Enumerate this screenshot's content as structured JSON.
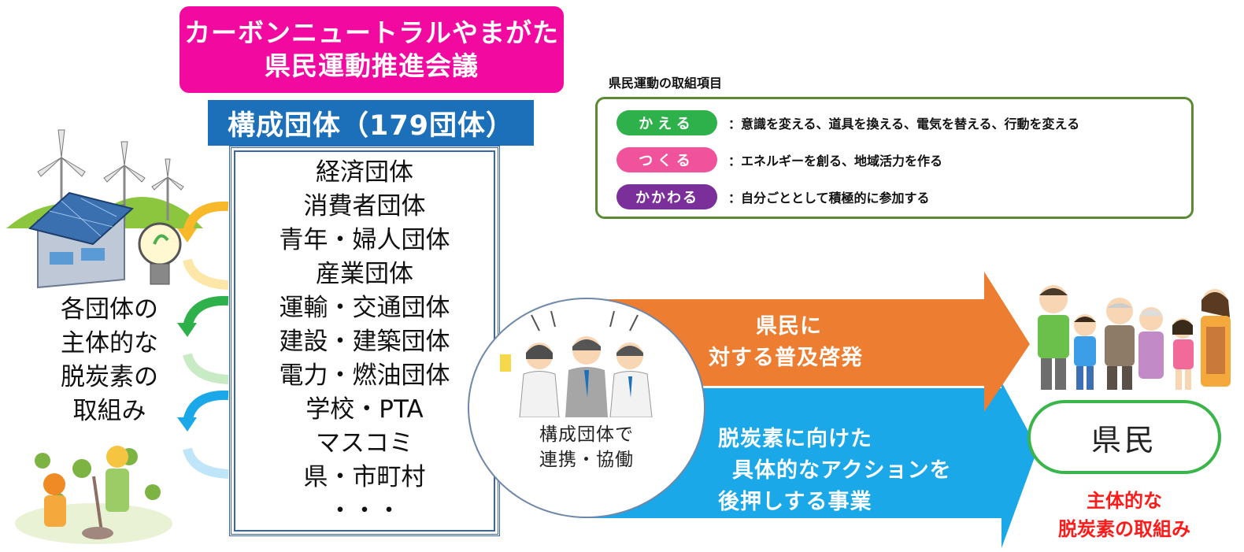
{
  "title": {
    "line1": "カーボンニュートラルやまがた",
    "line2": "県民運動推進会議"
  },
  "members": {
    "header": "構成団体（179団体）",
    "items": [
      "経済団体",
      "消費者団体",
      "青年・婦人団体",
      "産業団体",
      "運輸・交通団体",
      "建設・建築団体",
      "電力・燃油団体",
      "学校・PTA",
      "マスコミ",
      "県・市町村",
      "・・・"
    ]
  },
  "left_caption": {
    "line1": "各団体の",
    "line2": "主体的な",
    "line3": "脱炭素の",
    "line4": "取組み"
  },
  "legend": {
    "heading": "県民運動の取組項目",
    "items": [
      {
        "label": "かえる",
        "desc": "：意識を変える、道具を換える、電気を替える、行動を変える",
        "color": "#2eb14a"
      },
      {
        "label": "つくる",
        "desc": "：エネルギーを創る、地域活力を作る",
        "color": "#f0529b"
      },
      {
        "label": "かかわる",
        "desc": "：自分ごととして積極的に参加する",
        "color": "#7b2f9b"
      }
    ]
  },
  "collab": {
    "line1": "構成団体で",
    "line2": "連携・協働"
  },
  "orange_arrow": {
    "line1": "県民に",
    "line2": "対する普及啓発",
    "color": "#ed7d31"
  },
  "blue_arrow": {
    "line1": "脱炭素に向けた",
    "line2": "具体的なアクションを",
    "line3": "後押しする事業",
    "color": "#1aa8e8"
  },
  "citizens": {
    "label": "県民",
    "caption1": "主体的な",
    "caption2": "脱炭素の取組み"
  },
  "colors": {
    "title_bg": "#f20aa0",
    "members_header_bg": "#1c6fb9",
    "legend_border": "#5a8a32",
    "citizen_border": "#39b54a",
    "citizen_caption": "#ff1a1a"
  }
}
